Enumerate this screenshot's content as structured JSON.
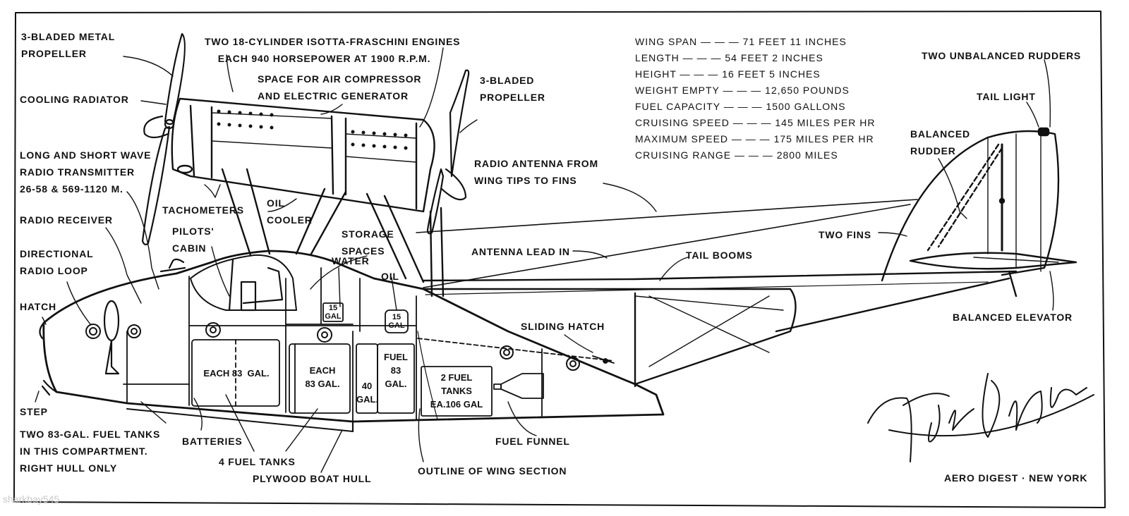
{
  "labels": {
    "metal_prop": "3-BLADED METAL\nPROPELLER",
    "engines": "TWO 18-CYLINDER ISOTTA-FRASCHINI ENGINES\n    EACH 940 HORSEPOWER AT 1900 R.P.M.",
    "air_comp": "SPACE FOR AIR COMPRESSOR\nAND ELECTRIC GENERATOR",
    "prop3": "3-BLADED\nPROPELLER",
    "cooling": "COOLING RADIATOR",
    "transmitter": "LONG AND SHORT WAVE\nRADIO TRANSMITTER\n26-58 & 569-1120 M.",
    "tacho": "TACHOMETERS",
    "oil_cooler": "OIL\nCOOLER",
    "receiver": "RADIO RECEIVER",
    "pilots": "PILOTS'\nCABIN",
    "storage": "STORAGE\nSPACES",
    "water": "WATER",
    "oil": "OIL",
    "dir_loop": "DIRECTIONAL\nRADIO LOOP",
    "hatch": "HATCH",
    "step": "STEP",
    "two83": "TWO 83-GAL. FUEL TANKS\nIN THIS COMPARTMENT.\nRIGHT HULL ONLY",
    "batteries": "BATTERIES",
    "four_tanks": "4 FUEL TANKS",
    "plywood": "PLYWOOD BOAT HULL",
    "wing_outline": "OUTLINE OF WING SECTION",
    "funnel": "FUEL FUNNEL",
    "sliding": "SLIDING HATCH",
    "antenna_from": "RADIO ANTENNA FROM\nWING TIPS TO FINS",
    "antenna_lead": "ANTENNA LEAD IN",
    "tail_booms": "TAIL BOOMS",
    "two_fins": "TWO FINS",
    "two_rudders": "TWO UNBALANCED RUDDERS",
    "tail_light": "TAIL LIGHT",
    "bal_rudder": "BALANCED\nRUDDER",
    "bal_elevator": "BALANCED ELEVATOR"
  },
  "tanks": {
    "each83a": "EACH 83  GAL.",
    "each83b": "EACH\n83 GAL.",
    "g40": "40\nGAL.",
    "fuel83": "FUEL\n83\nGAL.",
    "two_fuel": "2 FUEL\nTANKS\nEA.106 GAL",
    "water15": "15\nGAL",
    "oil15": "15\nGAL"
  },
  "specs": [
    {
      "name": "WING SPAN",
      "value": "71 FEET 11 INCHES"
    },
    {
      "name": "LENGTH",
      "value": "54 FEET  2 INCHES"
    },
    {
      "name": "HEIGHT",
      "value": "16 FEET  5 INCHES"
    },
    {
      "name": "WEIGHT EMPTY",
      "value": "12,650 POUNDS"
    },
    {
      "name": "FUEL CAPACITY",
      "value": "1500 GALLONS"
    },
    {
      "name": "CRUISING  SPEED",
      "value": "145 MILES  PER HR"
    },
    {
      "name": "MAXIMUM  SPEED",
      "value": "175 MILES PER HR"
    },
    {
      "name": "CRUISING  RANGE",
      "value": "2800 MILES"
    }
  ],
  "credit": "AERO DIGEST · NEW YORK",
  "watermark": "sharkbay545",
  "signature": "Italo Balbo"
}
